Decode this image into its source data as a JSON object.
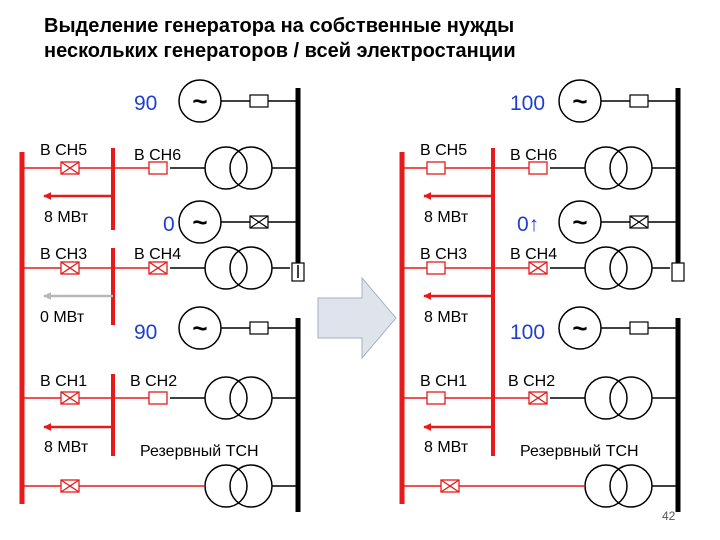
{
  "title": {
    "line1": "Выделение генератора на собственные нужды",
    "line2": "нескольких генераторов / всей электростанции"
  },
  "generator_symbol": "~",
  "left_scheme": {
    "gen_top_value": "90",
    "gen_mid_value": "0",
    "gen_bot_value": "90",
    "label_ch5": "В СН5",
    "label_ch6": "В СН6",
    "label_ch3": "В СН3",
    "label_ch4": "В СН4",
    "label_ch1": "В СН1",
    "label_ch2": "В СН2",
    "load_top": "8 МВт",
    "load_mid": "0 МВт",
    "load_bot": "8 МВт",
    "reserve_label": "Резервный ТСН"
  },
  "right_scheme": {
    "gen_top_value": "100",
    "gen_mid_value": "0↑",
    "gen_bot_value": "100",
    "label_ch5": "В СН5",
    "label_ch6": "В СН6",
    "label_ch3": "В СН3",
    "label_ch4": "В СН4",
    "label_ch1": "В СН1",
    "label_ch2": "В СН2",
    "load_top": "8 МВт",
    "load_mid": "8 МВт",
    "load_bot": "8 МВт",
    "reserve_label": "Резервный ТСН"
  },
  "page_number": "42",
  "colors": {
    "bus_red": "#e8191a",
    "value_blue": "#1f3fd0",
    "arrow_fill": "#dfe4ec",
    "arrow_stroke": "#a7b1c2"
  }
}
